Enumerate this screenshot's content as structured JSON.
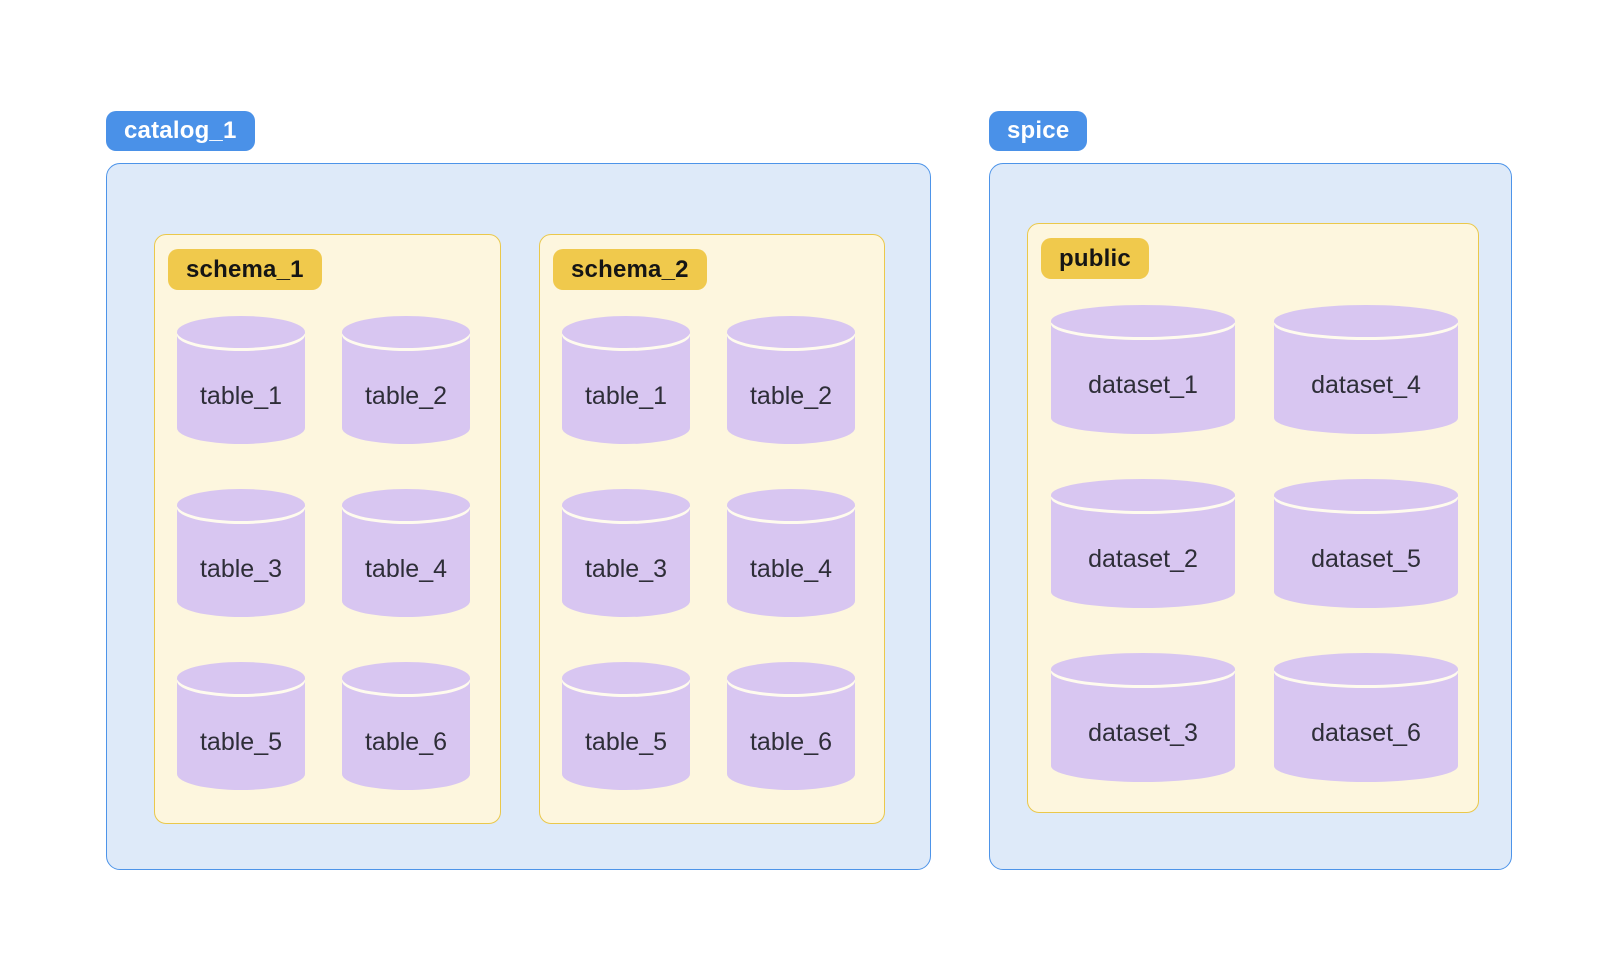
{
  "palette": {
    "blue_badge": "#4A91E8",
    "blue_fill": "#DEEAF9",
    "blue_border": "#4D94E9",
    "cream_fill": "#FDF6DE",
    "gold_border": "#EAC84B",
    "yellow_badge": "#F0C94C",
    "purple": "#D8C6F1",
    "arc": "#FFFBEE",
    "label_text": "#2E2E38",
    "badge_dark_text": "#151515"
  },
  "groups": [
    {
      "badge": "catalog_1",
      "boxes": [
        {
          "badge": "schema_1",
          "items": [
            "table_1",
            "table_2",
            "table_3",
            "table_4",
            "table_5",
            "table_6"
          ]
        },
        {
          "badge": "schema_2",
          "items": [
            "table_1",
            "table_2",
            "table_3",
            "table_4",
            "table_5",
            "table_6"
          ]
        }
      ]
    },
    {
      "badge": "spice",
      "boxes": [
        {
          "badge": "public",
          "items": [
            "dataset_1",
            "dataset_4",
            "dataset_2",
            "dataset_5",
            "dataset_3",
            "dataset_6"
          ]
        }
      ]
    }
  ]
}
